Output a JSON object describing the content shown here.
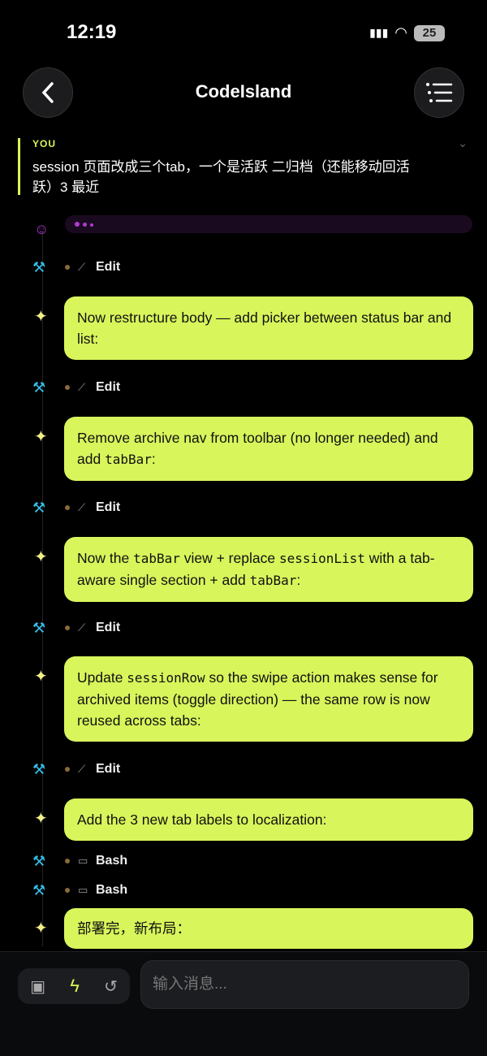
{
  "status": {
    "time": "12:19",
    "battery": "25"
  },
  "header": {
    "title": "CodeIsland"
  },
  "user_message": {
    "label": "YOU",
    "text": "session 页面改成三个tab，一个是活跃 二归档（还能移动回活跃）3 最近"
  },
  "timeline": [
    {
      "type": "tool",
      "icon": "pencil-icon",
      "label": "Edit"
    },
    {
      "type": "message",
      "parts": [
        {
          "t": "Now restructure body — add picker between status bar and list:"
        }
      ]
    },
    {
      "type": "tool",
      "icon": "pencil-icon",
      "label": "Edit"
    },
    {
      "type": "message",
      "parts": [
        {
          "t": "Remove archive nav from toolbar (no longer needed) and add "
        },
        {
          "c": "tabBar"
        },
        {
          "t": ":"
        }
      ]
    },
    {
      "type": "tool",
      "icon": "pencil-icon",
      "label": "Edit"
    },
    {
      "type": "message",
      "parts": [
        {
          "t": "Now the "
        },
        {
          "c": "tabBar"
        },
        {
          "t": " view + replace "
        },
        {
          "c": "sessionList"
        },
        {
          "t": " with a tab-aware single section + add "
        },
        {
          "c": "tabBar"
        },
        {
          "t": ":"
        }
      ]
    },
    {
      "type": "tool",
      "icon": "pencil-icon",
      "label": "Edit"
    },
    {
      "type": "message",
      "parts": [
        {
          "t": "Update "
        },
        {
          "c": "sessionRow"
        },
        {
          "t": " so the swipe action makes sense for archived items (toggle direction) — the same row is now reused across tabs:"
        }
      ]
    },
    {
      "type": "tool",
      "icon": "pencil-icon",
      "label": "Edit"
    },
    {
      "type": "message",
      "parts": [
        {
          "t": "Add the 3 new tab labels to localization:"
        }
      ]
    },
    {
      "type": "tool",
      "icon": "terminal-icon",
      "label": "Bash"
    },
    {
      "type": "tool",
      "icon": "terminal-icon",
      "label": "Bash"
    },
    {
      "type": "message",
      "parts": [
        {
          "t": "部署完，新布局："
        }
      ]
    }
  ],
  "composer": {
    "placeholder": "输入消息..."
  },
  "colors": {
    "accent": "#d8f55b",
    "tool": "#35bde8",
    "thinking": "#b23ad6"
  }
}
